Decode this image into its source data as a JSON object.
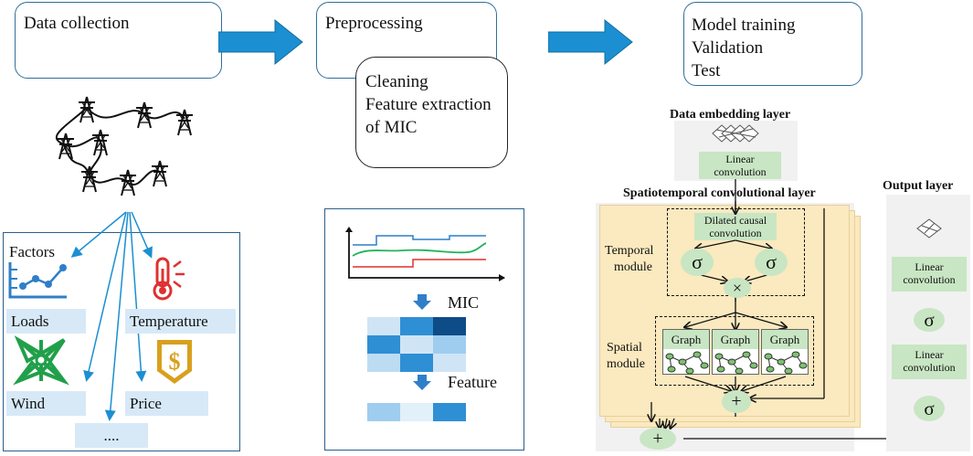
{
  "stages": {
    "collection": "Data collection",
    "preprocessing": "Preprocessing",
    "cleaning": [
      "Cleaning",
      "Feature extraction",
      "of MIC"
    ],
    "training": [
      "Model training",
      "Validation",
      "Test"
    ]
  },
  "factors": {
    "title": "Factors",
    "loads": "Loads",
    "temperature": "Temperature",
    "wind": "Wind",
    "price": "Price",
    "more": "...."
  },
  "preprocess_panel": {
    "mic": "MIC",
    "feature": "Feature"
  },
  "model": {
    "embedding_title": "Data embedding layer",
    "linear_conv": [
      "Linear",
      "convolution"
    ],
    "spatiotemporal_title": "Spatiotemporal convolutional layer",
    "dilated": [
      "Dilated causal",
      "convolution"
    ],
    "temporal_module": [
      "Temporal",
      "module"
    ],
    "spatial_module": [
      "Spatial",
      "module"
    ],
    "graph": "Graph",
    "sigma": "σ",
    "times": "×",
    "plus": "+",
    "output_title": "Output layer"
  },
  "colors": {
    "arrow_blue": "#1b8fd1",
    "box_border": "#2f6f9a",
    "green_box": "#c8e6c3",
    "cream": "#fbe9bf"
  }
}
